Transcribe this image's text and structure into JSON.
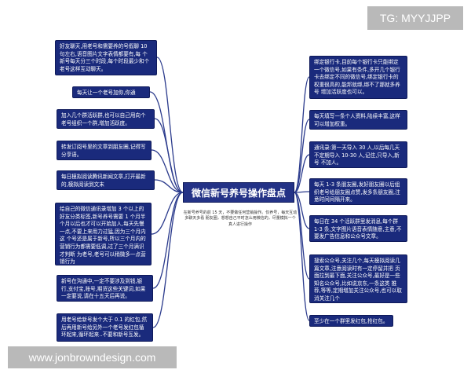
{
  "watermark_top": "TG: MYYJJPP",
  "watermark_bottom": "www.jonbrowndesign.com",
  "center": {
    "title": "微信新号养号操作盘点",
    "desc": "在新号养号的前 15 天，不要做任何营销操作。仅养号，每天互动多聊天多看 朋友圈，想想自己平时怎么用微信的，尽量模拟一个真人进行操作"
  },
  "left_nodes": [
    "好友聊天,用老号和需要养的号假聊 10 句左右,语音图片文字表情都要有,每 个新号每天分三个时段,每个时段最少和个老号这样互动聊天。",
    "每天让一个老号加你,你通过。",
    "加入几个群活跃群,也可以自己用向个老号组织一个群,增加活跃度。",
    "转发订阅号里的文章到朋友圈,记得写分享语。",
    "每日模拟阅读腾讯新闻文章,打开最新的,模拟阅读到文末",
    "给自己的微信通讯录增加 3 个以上的好友分类标签,新号养号需要 1 个月半个月以后也才可以开始加人,每天先慢一点,不要上来用力过猛,因为三个月内这 个号还是属于新号,所以三个月内的营销行为都需要低调,过了三个月满识才判断 为老号,老号可以稍微多一点营销行为",
    "新号在沟通中,一定不要涉及到钱,银行,支付宝,账号,期货这些关键词,如果一定要说,请在十五天后再说。",
    "用老号给新号发个大于 0.1 的红包,然后再用新号给另外一个老号发红包循环起来,循环起来..不要和新号互发。"
  ],
  "right_nodes": [
    "绑定银行卡,目前每个银行卡只能绑定一个微信号,如果有条件,多开几个银行 卡去绑定不同的微信号,绑定银行卡的权重很高的,能邦就绑,绑不了那就多养号 增加活跃度也可以。",
    "每天填写一条个人资料,陆续丰富,这样可以增加权重。",
    "通讯录:第一天导入 30 人,以后每几天不定期导入 10-30 人,记住,只导入,新号 不加人。",
    "每天 1-3 条朋友圈,发好朋友圈以后组织老号给朋友圈点赞,发多条朋友圈,注 意时间间隔开来。",
    "每日在 34 个活跃群里发消息,每个群 1-3 条,文字图片语音表情随意,主意,不要发广告信息和公众号文章。",
    "搜索公众号,关注几个,每天模拟阅读几篇文章,注意阅读时有一定停留并把 页面拉到最下面,关注公众号,最好是一些知名公众号,比如说京东,一条这类 推荐,等等,定期增加关注公众号,也可以取消关注几个",
    "至少在一个群里发红包,抢红包。"
  ],
  "colors": {
    "node_bg": "#1a2a7c",
    "line": "#2a3a8c",
    "watermark_bg": "#b9b9b9"
  }
}
